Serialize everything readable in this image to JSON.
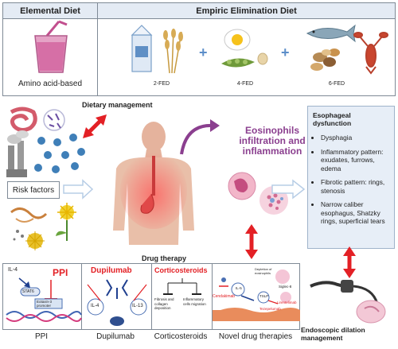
{
  "top": {
    "elemental_title": "Elemental Diet",
    "empiric_title": "Empiric Elimination Diet",
    "amino_label": "Amino acid-based",
    "fed2": "2-FED",
    "fed4": "4-FED",
    "fed6": "6-FED",
    "plus": "+"
  },
  "middle": {
    "dietary_management": "Dietary management",
    "risk_factors": "Risk factors",
    "eos_line1": "Eosinophils",
    "eos_line2": "infiltration and",
    "eos_line3": "inflammation"
  },
  "esophageal": {
    "title": "Esophageal dysfunction",
    "items": [
      "Dysphagia",
      "Inflammatory pattern: exudates, furrows, edema",
      "Fibrotic pattern: rings, stenosis",
      "Narrow caliber esophagus, Shatzky rings, superficial tears"
    ]
  },
  "drug": {
    "title": "Drug therapy",
    "ppi_title": "PPI",
    "il4": "IL-4",
    "stat6": "STAT6",
    "eotaxin": "Eotaxin-3 promoter",
    "dupilumab_title": "Dupilumab",
    "il4_small": "IL-4",
    "il13_small": "IL-13",
    "cortico_title": "Corticosteroids",
    "fibrosis": "Fibrosis and collagen deposition",
    "inflammatory": "Inflammatory cells migration",
    "novel_cendakimab": "Cendakimab",
    "novel_il5": "IL-5",
    "novel_tslp": "TSLP",
    "novel_siglec": "Siglec-8",
    "novel_lirentelimab": "Lirentelimab",
    "novel_tezepelumab": "Tezepelumab",
    "novel_depletion": "Depletion of eosinophils",
    "labels": [
      "PPI",
      "Dupilumab",
      "Corticosteroids",
      "Novel drug therapies"
    ]
  },
  "endoscopic": {
    "line1": "Endoscopic dilation",
    "line2": "management"
  },
  "colors": {
    "header_bg": "#e4ebf4",
    "border": "#7f8a96",
    "red_arrow": "#e32025",
    "purple": "#8b3f8f",
    "blue_arrow": "#b7cde6",
    "panel_bg": "#e7eef7"
  }
}
